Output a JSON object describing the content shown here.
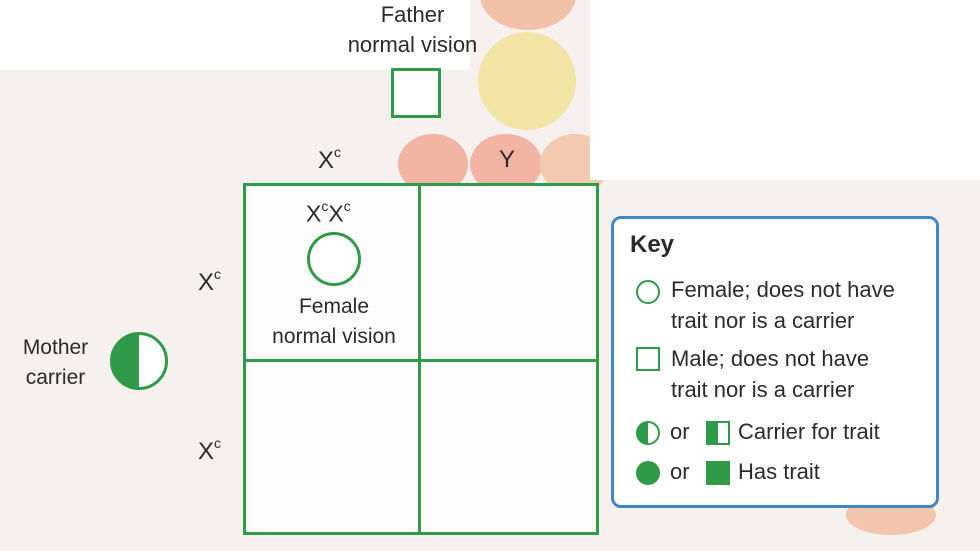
{
  "father": {
    "label_line1": "Father",
    "label_line2": "normal vision"
  },
  "mother": {
    "label_line1": "Mother",
    "label_line2": "carrier"
  },
  "alleles": {
    "father_1": "X",
    "father_1_sup": "c",
    "father_2": "Y",
    "mother_1": "X",
    "mother_1_sup": "c",
    "mother_2": "X",
    "mother_2_sup": "c"
  },
  "punnett": {
    "cell_tl": {
      "genotype_a": "X",
      "genotype_a_sup": "c",
      "genotype_b": "X",
      "genotype_b_sup": "c",
      "phenotype_line1": "Female",
      "phenotype_line2": "normal vision"
    }
  },
  "key": {
    "title": "Key",
    "female_line1": "Female; does not have",
    "female_line2": "trait nor is a carrier",
    "male_line1": "Male; does not have",
    "male_line2": "trait nor is a carrier",
    "or1": "or",
    "carrier": "Carrier for trait",
    "or2": "or",
    "has_trait": "Has trait"
  },
  "colors": {
    "symbol_green": "#2f9a47",
    "key_border": "#3f88c5"
  }
}
